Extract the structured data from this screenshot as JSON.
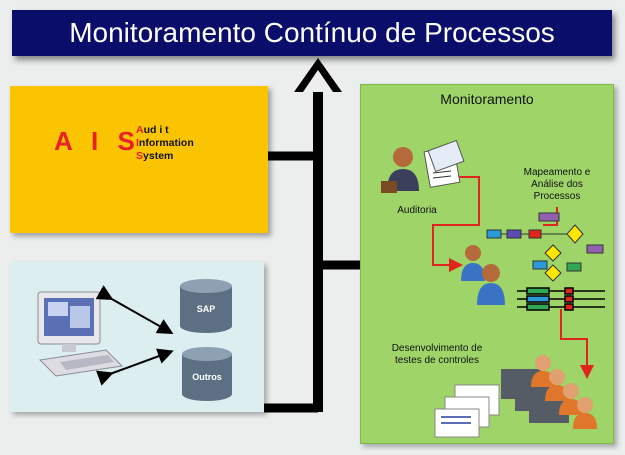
{
  "title": "Monitoramento Contínuo de Processos",
  "ais": {
    "acronym": "A I S",
    "line1_hl": "A",
    "line1_rest": "ud i t",
    "line2_hl": "I",
    "line2_rest": "nformation",
    "line3_hl": "S",
    "line3_rest": "ystem"
  },
  "systems": {
    "db1": "SAP",
    "db2": "Outros"
  },
  "monitoring": {
    "title": "Monitoramento",
    "auditoria": "Auditoria",
    "mapeamento": [
      "Mapeamento e",
      "Análise dos",
      "Processos"
    ],
    "desenvolvimento": [
      "Desenvolvimento de",
      "testes de controles"
    ]
  },
  "colors": {
    "title_bg": "#0b0d6b",
    "ais_bg": "#fbc400",
    "systems_bg": "#dceef0",
    "monitoring_bg": "#9ed468",
    "accent_red": "#e8202a",
    "flow_red": "#e0261c"
  }
}
